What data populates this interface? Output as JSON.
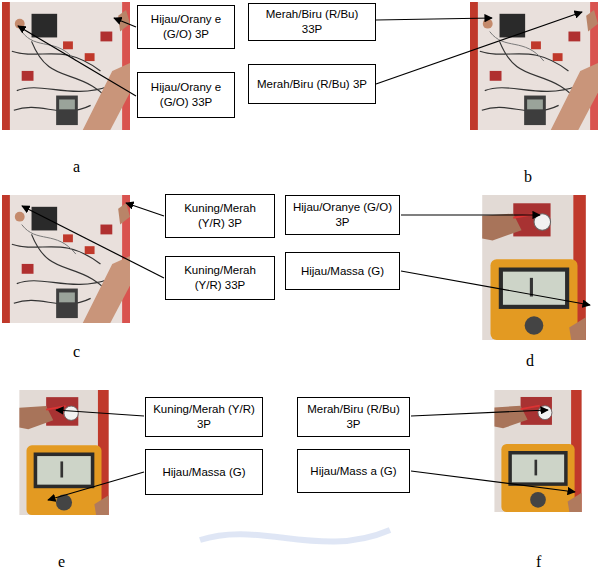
{
  "diagram": {
    "nodes": [
      {
        "text": [
          "Hijau/Orany e (G/O) 3P"
        ]
      },
      {
        "text": [
          "Merah/Biru (R/Bu) 33P"
        ]
      },
      {
        "text": [
          "Hijau/Orany e (G/O) 33P"
        ]
      },
      {
        "text": [
          "Merah/Biru (R/Bu) 3P"
        ]
      },
      {
        "text": [
          "Kuning/Merah (Y/R) 3P"
        ]
      },
      {
        "text": [
          "Hijau/Oranye (G/O) 3P"
        ]
      },
      {
        "text": [
          "Kuning/Merah (Y/R) 33P"
        ]
      },
      {
        "text": [
          "Hijau/Massa (G)"
        ]
      },
      {
        "text": [
          "Kuning/Merah (Y/R) 3P"
        ]
      },
      {
        "text": [
          "Merah/Biru (R/Bu) 3P"
        ]
      },
      {
        "text": [
          "Hijau/Massa (G)"
        ]
      },
      {
        "text": [
          "Hijau/Mass a (G)"
        ]
      }
    ],
    "labels": [
      "a",
      "b",
      "c",
      "d",
      "e",
      "f"
    ]
  }
}
